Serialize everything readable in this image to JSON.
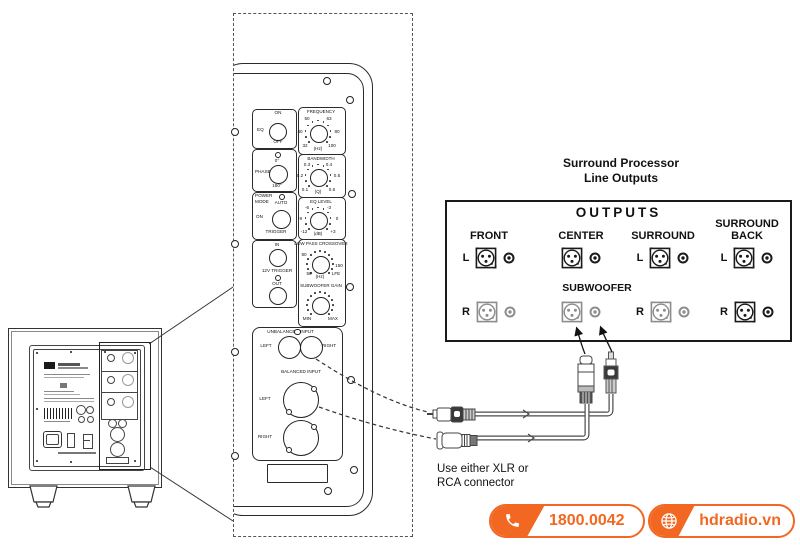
{
  "colors": {
    "orange": "#F26722",
    "line": "#222222",
    "gray": "#8d8d8d"
  },
  "amp_panel": {
    "eq": {
      "on": "ON",
      "label": "EQ",
      "off": "OFF"
    },
    "phase": {
      "deg0": "0°",
      "label": "PHASE",
      "deg180": "180°"
    },
    "power": {
      "l1": "POWER",
      "l2": "MODE",
      "auto": "AUTO",
      "on": "ON",
      "trigger": "TRIGGER"
    },
    "trig": {
      "in": "IN",
      "label": "12V TRIGGER",
      "out": "OUT"
    },
    "freq": {
      "label": "FREQUENCY",
      "tl": "50",
      "tr": "63",
      "l": "40",
      "r": "80",
      "bl": "32",
      "bc": "(Hz)",
      "br": "100"
    },
    "bw": {
      "label": "BANDWIDTH",
      "tl": "0.3",
      "tr": "0.4",
      "l": "0.2",
      "r": "0.5",
      "bl": "0.1",
      "bc": "(Q)",
      "br": "0.6"
    },
    "eql": {
      "label": "EQ LEVEL",
      "tl": "-6",
      "tr": "-3",
      "l": "-9",
      "r": "0",
      "bl": "-12",
      "bc": "(dB)",
      "br": "+3"
    },
    "lp": {
      "label": "LOW PASS CROSSOVER",
      "l": "80",
      "r": "150",
      "bl": "50",
      "bc": "(Hz)",
      "br": "LFE"
    },
    "gain": {
      "label": "SUBWOOFER GAIN",
      "min": "MIN",
      "max": "MAX"
    },
    "unbal": {
      "w1": "UNBALANCED",
      "w2": "INPUT",
      "left": "LEFT",
      "right": "RIGHT"
    },
    "bal": {
      "label": "BALANCED INPUT",
      "left": "LEFT",
      "right": "RIGHT"
    }
  },
  "processor": {
    "title1": "Surround Processor",
    "title2": "Line Outputs",
    "header": "OUTPUTS",
    "front": "FRONT",
    "center": "CENTER",
    "surround": "SURROUND",
    "back1": "SURROUND",
    "back2": "BACK",
    "sub": "SUBWOOFER",
    "l": "L",
    "r": "R"
  },
  "note": {
    "line1": "Use either XLR or",
    "line2": "RCA connector"
  },
  "footer": {
    "phone": "1800.0042",
    "website": "hdradio.vn"
  }
}
